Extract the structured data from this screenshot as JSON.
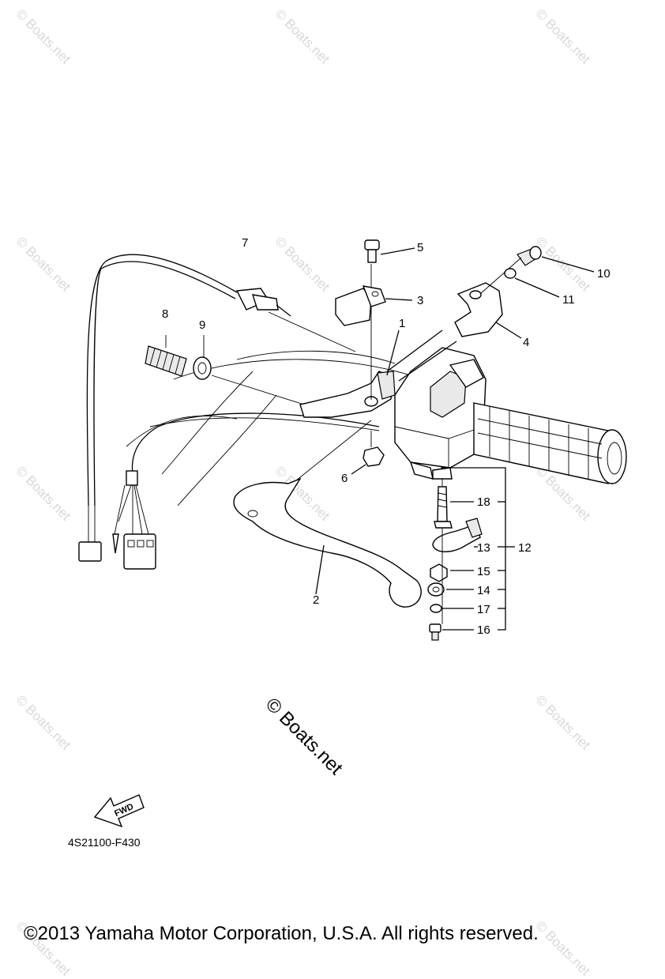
{
  "watermark_text": "© Boats.net",
  "center_watermark": "© Boats.net",
  "drawing_code": "4S21100-F430",
  "copyright": "©2013 Yamaha Motor Corporation, U.S.A. All rights reserved.",
  "fwd_label": "FWD",
  "callouts": [
    {
      "id": "1",
      "label": "1"
    },
    {
      "id": "2",
      "label": "2"
    },
    {
      "id": "3",
      "label": "3"
    },
    {
      "id": "4",
      "label": "4"
    },
    {
      "id": "5",
      "label": "5"
    },
    {
      "id": "6",
      "label": "6"
    },
    {
      "id": "7",
      "label": "7"
    },
    {
      "id": "8",
      "label": "8"
    },
    {
      "id": "9",
      "label": "9"
    },
    {
      "id": "10",
      "label": "10"
    },
    {
      "id": "11",
      "label": "11"
    },
    {
      "id": "12",
      "label": "12"
    },
    {
      "id": "13",
      "label": "13"
    },
    {
      "id": "14",
      "label": "14"
    },
    {
      "id": "15",
      "label": "15"
    },
    {
      "id": "16",
      "label": "16"
    },
    {
      "id": "17",
      "label": "17"
    },
    {
      "id": "18",
      "label": "18"
    }
  ]
}
